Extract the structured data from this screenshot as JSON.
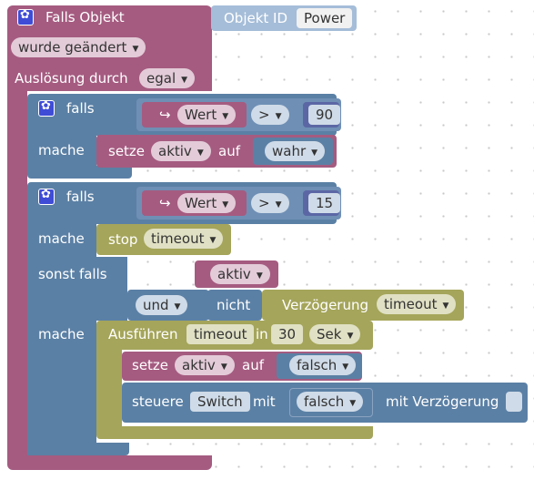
{
  "event": {
    "title": "Falls Objekt",
    "object_label": "Objekt ID",
    "object_value": "Power",
    "trigger_value": "wurde geändert",
    "auslosung_label": "Auslösung durch",
    "auslosung_value": "egal"
  },
  "if1": {
    "falls": "falls",
    "wert": "Wert",
    "op": ">",
    "num": "90",
    "mache": "mache",
    "setze": "setze",
    "var": "aktiv",
    "auf": "auf",
    "value": "wahr"
  },
  "if2": {
    "falls": "falls",
    "wert": "Wert",
    "op": ">",
    "num": "15",
    "mache": "mache",
    "stop": "stop",
    "stop_value": "timeout",
    "sonst_falls": "sonst falls",
    "aktiv": "aktiv",
    "und": "und",
    "nicht": "nicht",
    "verzogerung": "Verzögerung",
    "verz_value": "timeout",
    "mache2": "mache",
    "ausfuhren": "Ausführen",
    "ausf_var": "timeout",
    "in": "in",
    "ausf_num": "30",
    "ausf_unit": "Sek",
    "setze": "setze",
    "setze_var": "aktiv",
    "setze_auf": "auf",
    "setze_value": "falsch",
    "steuere": "steuere",
    "switch": "Switch",
    "mit": "mit",
    "steuere_value": "falsch",
    "mit_verz": "mit Verzögerung"
  }
}
